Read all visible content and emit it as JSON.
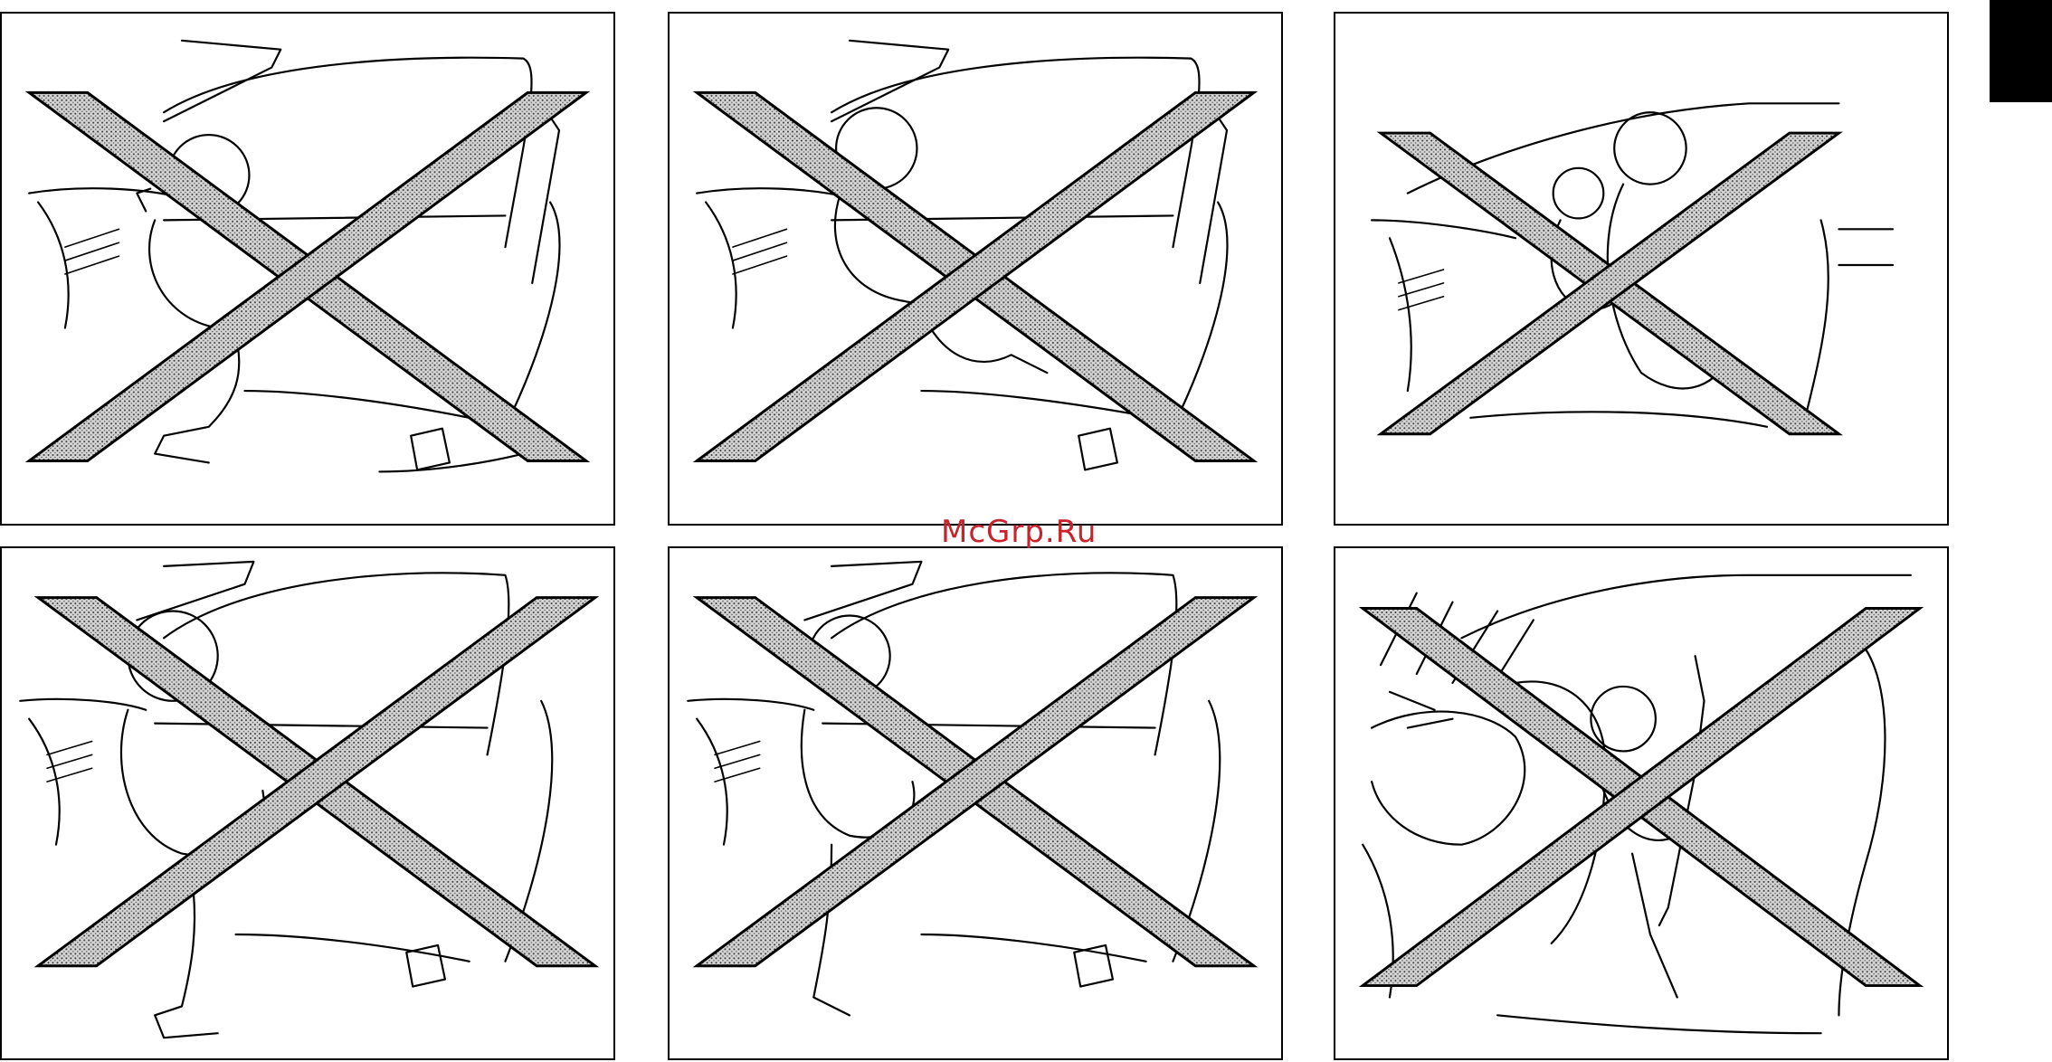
{
  "watermark": "McGrp.Ru",
  "colors": {
    "watermark": "#c8232c",
    "tab": "#000000",
    "x_band_fill": "#bdbdbd",
    "line": "#000000"
  },
  "panels": [
    {
      "scene": "child-standing-front-seat",
      "crossed_out": true
    },
    {
      "scene": "child-kneeling-front-seat",
      "crossed_out": true
    },
    {
      "scene": "child-held-on-lap-with-belt",
      "crossed_out": true
    },
    {
      "scene": "child-standing-by-seat-side-view",
      "crossed_out": true
    },
    {
      "scene": "child-kneeling-facing-rear",
      "crossed_out": true
    },
    {
      "scene": "child-seat-front-with-airbag",
      "crossed_out": true
    }
  ]
}
